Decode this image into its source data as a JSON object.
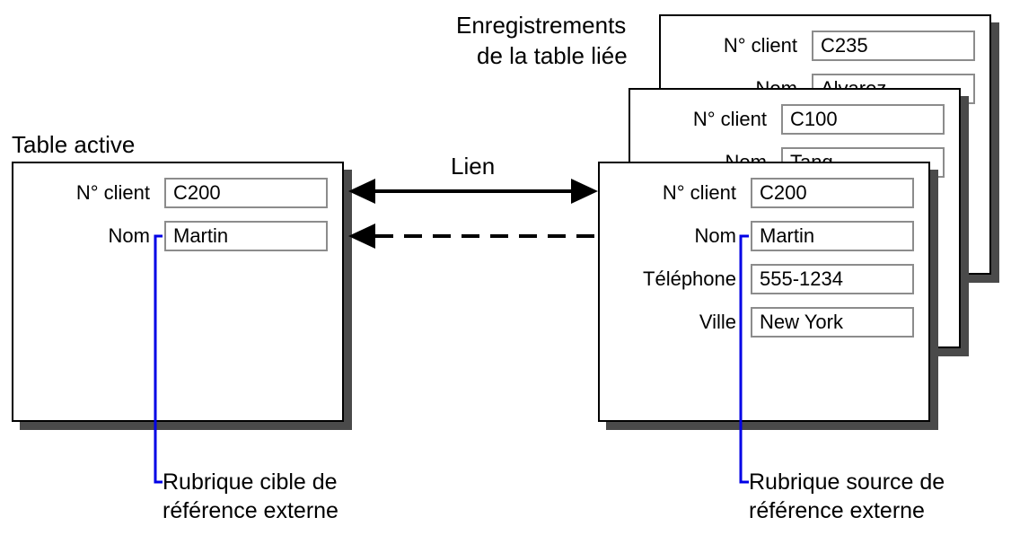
{
  "linked_table_title_line1": "Enregistrements",
  "linked_table_title_line2": "de la table liée",
  "active_table_title": "Table active",
  "link_label": "Lien",
  "back_record": {
    "client_label": "N° client",
    "client_value": "C235",
    "name_label": "Nom",
    "name_value": "Alvarez"
  },
  "middle_record": {
    "client_label": "N° client",
    "client_value": "C100",
    "name_label": "Nom",
    "name_value": "Tang"
  },
  "front_record": {
    "client_label": "N° client",
    "client_value": "C200",
    "name_label": "Nom",
    "name_value": "Martin",
    "phone_label": "Téléphone",
    "phone_value": "555-1234",
    "city_label": "Ville",
    "city_value": "New York"
  },
  "active_record": {
    "client_label": "N° client",
    "client_value": "C200",
    "name_label": "Nom",
    "name_value": "Martin"
  },
  "target_caption_line1": "Rubrique cible de",
  "target_caption_line2": "référence externe",
  "source_caption_line1": "Rubrique source de",
  "source_caption_line2": "référence externe",
  "colors": {
    "connector": "#0000e6",
    "shadow": "#4a4a4a",
    "field_border": "#8c8c8c"
  }
}
